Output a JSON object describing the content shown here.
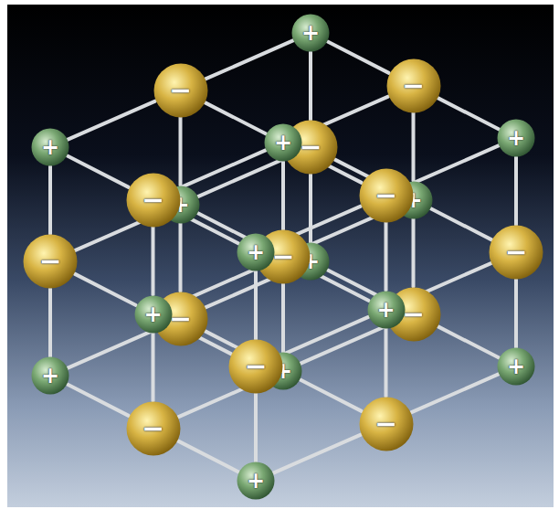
{
  "diagram": {
    "nodes": [
      {
        "text": [
          "+"
        ]
      },
      {
        "text": [
          "−"
        ]
      },
      {
        "text": [
          "+"
        ]
      },
      {
        "text": [
          "−"
        ]
      },
      {
        "text": [
          "−"
        ]
      },
      {
        "text": [
          "+"
        ]
      },
      {
        "text": [
          "+"
        ]
      },
      {
        "text": [
          "−"
        ]
      },
      {
        "text": [
          "−"
        ]
      },
      {
        "text": [
          "+"
        ]
      },
      {
        "text": [
          "+"
        ]
      },
      {
        "text": [
          "+"
        ]
      },
      {
        "text": [
          "−"
        ]
      },
      {
        "text": [
          "−"
        ]
      },
      {
        "text": [
          "−"
        ]
      },
      {
        "text": [
          "+"
        ]
      },
      {
        "text": [
          "+"
        ]
      },
      {
        "text": [
          "+"
        ]
      },
      {
        "text": [
          "−"
        ]
      },
      {
        "text": [
          "−"
        ]
      },
      {
        "text": [
          "+"
        ]
      },
      {
        "text": [
          "+"
        ]
      },
      {
        "text": [
          "−"
        ]
      },
      {
        "text": [
          "−"
        ]
      },
      {
        "text": [
          "+"
        ]
      },
      {
        "text": [
          "−"
        ]
      },
      {
        "text": [
          "+"
        ]
      }
    ],
    "edges": [
      {
        "from": 2,
        "to": 1,
        "arrow": "none"
      },
      {
        "from": 1,
        "to": 0,
        "arrow": "none"
      },
      {
        "from": 7,
        "to": 5,
        "arrow": "none"
      },
      {
        "from": 5,
        "to": 3,
        "arrow": "none"
      },
      {
        "from": 15,
        "to": 12,
        "arrow": "none"
      },
      {
        "from": 12,
        "to": 9,
        "arrow": "none"
      },
      {
        "from": 8,
        "to": 6,
        "arrow": "none"
      },
      {
        "from": 6,
        "to": 4,
        "arrow": "none"
      },
      {
        "from": 16,
        "to": 13,
        "arrow": "none"
      },
      {
        "from": 13,
        "to": 10,
        "arrow": "none"
      },
      {
        "from": 22,
        "to": 20,
        "arrow": "none"
      },
      {
        "from": 20,
        "to": 18,
        "arrow": "none"
      },
      {
        "from": 17,
        "to": 14,
        "arrow": "none"
      },
      {
        "from": 14,
        "to": 11,
        "arrow": "none"
      },
      {
        "from": 23,
        "to": 21,
        "arrow": "none"
      },
      {
        "from": 21,
        "to": 19,
        "arrow": "none"
      },
      {
        "from": 26,
        "to": 25,
        "arrow": "none"
      },
      {
        "from": 25,
        "to": 24,
        "arrow": "none"
      },
      {
        "from": 2,
        "to": 7,
        "arrow": "none"
      },
      {
        "from": 7,
        "to": 15,
        "arrow": "none"
      },
      {
        "from": 1,
        "to": 5,
        "arrow": "none"
      },
      {
        "from": 5,
        "to": 12,
        "arrow": "none"
      },
      {
        "from": 0,
        "to": 3,
        "arrow": "none"
      },
      {
        "from": 3,
        "to": 9,
        "arrow": "none"
      },
      {
        "from": 8,
        "to": 16,
        "arrow": "none"
      },
      {
        "from": 16,
        "to": 22,
        "arrow": "none"
      },
      {
        "from": 6,
        "to": 13,
        "arrow": "none"
      },
      {
        "from": 13,
        "to": 20,
        "arrow": "none"
      },
      {
        "from": 4,
        "to": 10,
        "arrow": "none"
      },
      {
        "from": 10,
        "to": 18,
        "arrow": "none"
      },
      {
        "from": 17,
        "to": 23,
        "arrow": "none"
      },
      {
        "from": 23,
        "to": 26,
        "arrow": "none"
      },
      {
        "from": 14,
        "to": 21,
        "arrow": "none"
      },
      {
        "from": 21,
        "to": 25,
        "arrow": "none"
      },
      {
        "from": 11,
        "to": 19,
        "arrow": "none"
      },
      {
        "from": 19,
        "to": 24,
        "arrow": "none"
      },
      {
        "from": 2,
        "to": 8,
        "arrow": "none"
      },
      {
        "from": 8,
        "to": 17,
        "arrow": "none"
      },
      {
        "from": 1,
        "to": 6,
        "arrow": "none"
      },
      {
        "from": 6,
        "to": 14,
        "arrow": "none"
      },
      {
        "from": 0,
        "to": 4,
        "arrow": "none"
      },
      {
        "from": 4,
        "to": 11,
        "arrow": "none"
      },
      {
        "from": 7,
        "to": 16,
        "arrow": "none"
      },
      {
        "from": 16,
        "to": 23,
        "arrow": "none"
      },
      {
        "from": 5,
        "to": 13,
        "arrow": "none"
      },
      {
        "from": 13,
        "to": 21,
        "arrow": "none"
      },
      {
        "from": 3,
        "to": 10,
        "arrow": "none"
      },
      {
        "from": 10,
        "to": 19,
        "arrow": "none"
      },
      {
        "from": 15,
        "to": 22,
        "arrow": "none"
      },
      {
        "from": 22,
        "to": 26,
        "arrow": "none"
      },
      {
        "from": 12,
        "to": 20,
        "arrow": "none"
      },
      {
        "from": 20,
        "to": 25,
        "arrow": "none"
      },
      {
        "from": 9,
        "to": 18,
        "arrow": "none"
      },
      {
        "from": 18,
        "to": 24,
        "arrow": "none"
      }
    ]
  }
}
